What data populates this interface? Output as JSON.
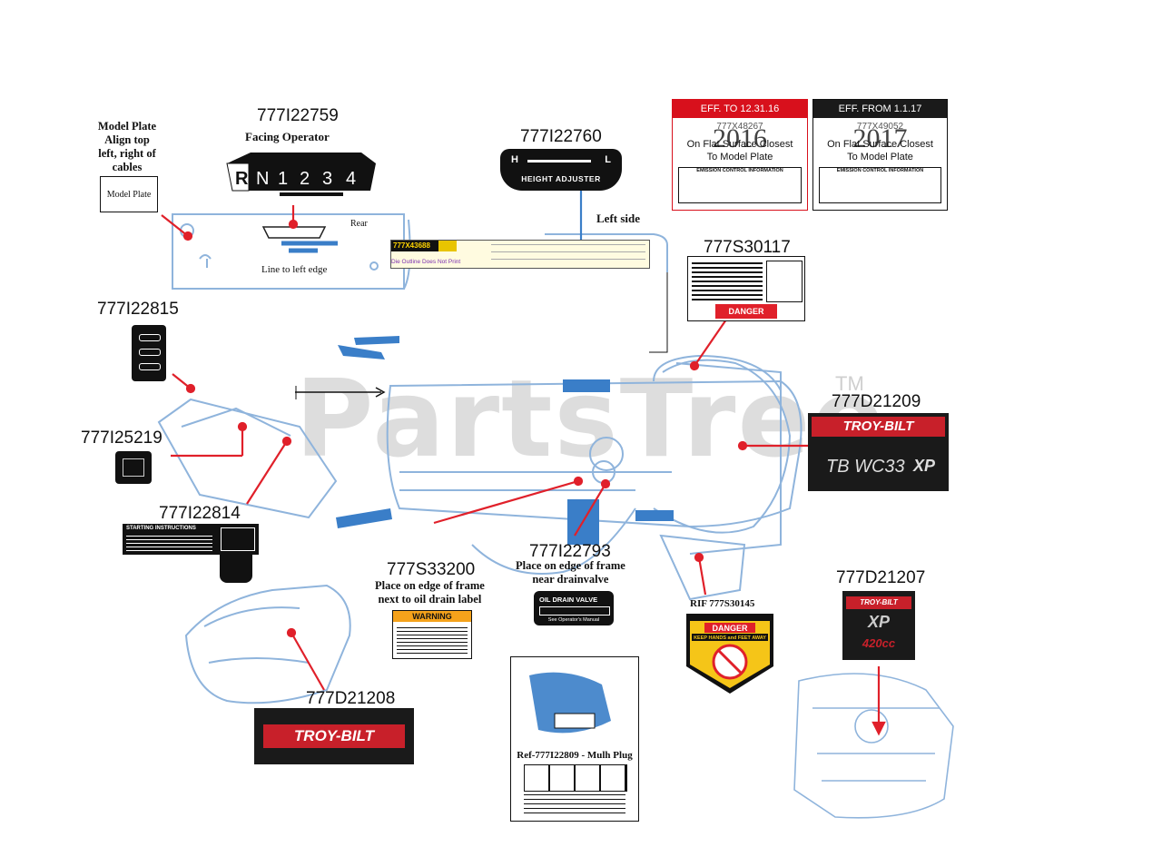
{
  "watermark": "PartsTree",
  "trademark": "TM",
  "model_plate": {
    "note_lines": [
      "Model Plate",
      "Align top",
      "left, right of",
      "cables"
    ],
    "box_label": "Model Plate"
  },
  "parts": {
    "p22759": {
      "number": "777I22759",
      "caption": "Facing Operator",
      "gears": [
        "R",
        "N",
        "1",
        "2",
        "3",
        "4"
      ]
    },
    "p22760": {
      "number": "777I22760",
      "letters": [
        "H",
        "L"
      ],
      "text": "HEIGHT ADJUSTER"
    },
    "p22815": {
      "number": "777I22815"
    },
    "p25219": {
      "number": "777I25219"
    },
    "p22814": {
      "number": "777I22814",
      "header": "STARTING INSTRUCTIONS"
    },
    "p33200": {
      "number": "777S33200",
      "note": [
        "Place on edge of frame",
        "next to oil drain label"
      ],
      "header": "WARNING"
    },
    "p22793": {
      "number": "777I22793",
      "note": [
        "Place on edge of frame",
        "near drainvalve"
      ],
      "title": "OIL DRAIN VALVE",
      "sub": "See Operator's Manual"
    },
    "p30117": {
      "number": "777S30117",
      "danger": "DANGER"
    },
    "p30145": {
      "number": "RIF 777S30145",
      "title": "DANGER",
      "sub": "KEEP HANDS and FEET AWAY"
    },
    "p21209": {
      "number": "777D21209",
      "brand": "TROY-BILT",
      "model": "TB WC33",
      "suffix": "XP"
    },
    "p21207": {
      "number": "777D21207",
      "brand": "TROY-BILT",
      "suffix": "XP",
      "engine": "420cc"
    },
    "p21208": {
      "number": "777D21208",
      "brand": "TROY-BILT"
    },
    "p22809": {
      "caption": "Ref-777I22809 - Mulh Plug"
    }
  },
  "emission": {
    "eff_to": {
      "header": "EFF. TO 12.31.16",
      "part": "777X48267",
      "year": "2016",
      "lines": [
        "On Flat Surface Closest",
        "To Model Plate"
      ],
      "label_title": "EMISSION CONTROL INFORMATION"
    },
    "eff_from": {
      "header": "EFF. FROM 1.1.17",
      "part": "777X49052",
      "year": "2017",
      "lines": [
        "On Flat Surface Closest",
        "To Model Plate"
      ],
      "label_title": "EMISSION CONTROL INFORMATION"
    }
  },
  "frame": {
    "rear": "Rear",
    "line_to_left_edge": "Line to left edge",
    "left_side": "Left side",
    "part_tag": "777X43688",
    "die_outline": "Die Outline Does Not Print"
  },
  "colors": {
    "leader": "#e0202a",
    "blue_part": "#3a7ec8",
    "line_blue": "#8fb4dc",
    "emission_red": "#d8101c",
    "troy_red": "#c8202a"
  }
}
